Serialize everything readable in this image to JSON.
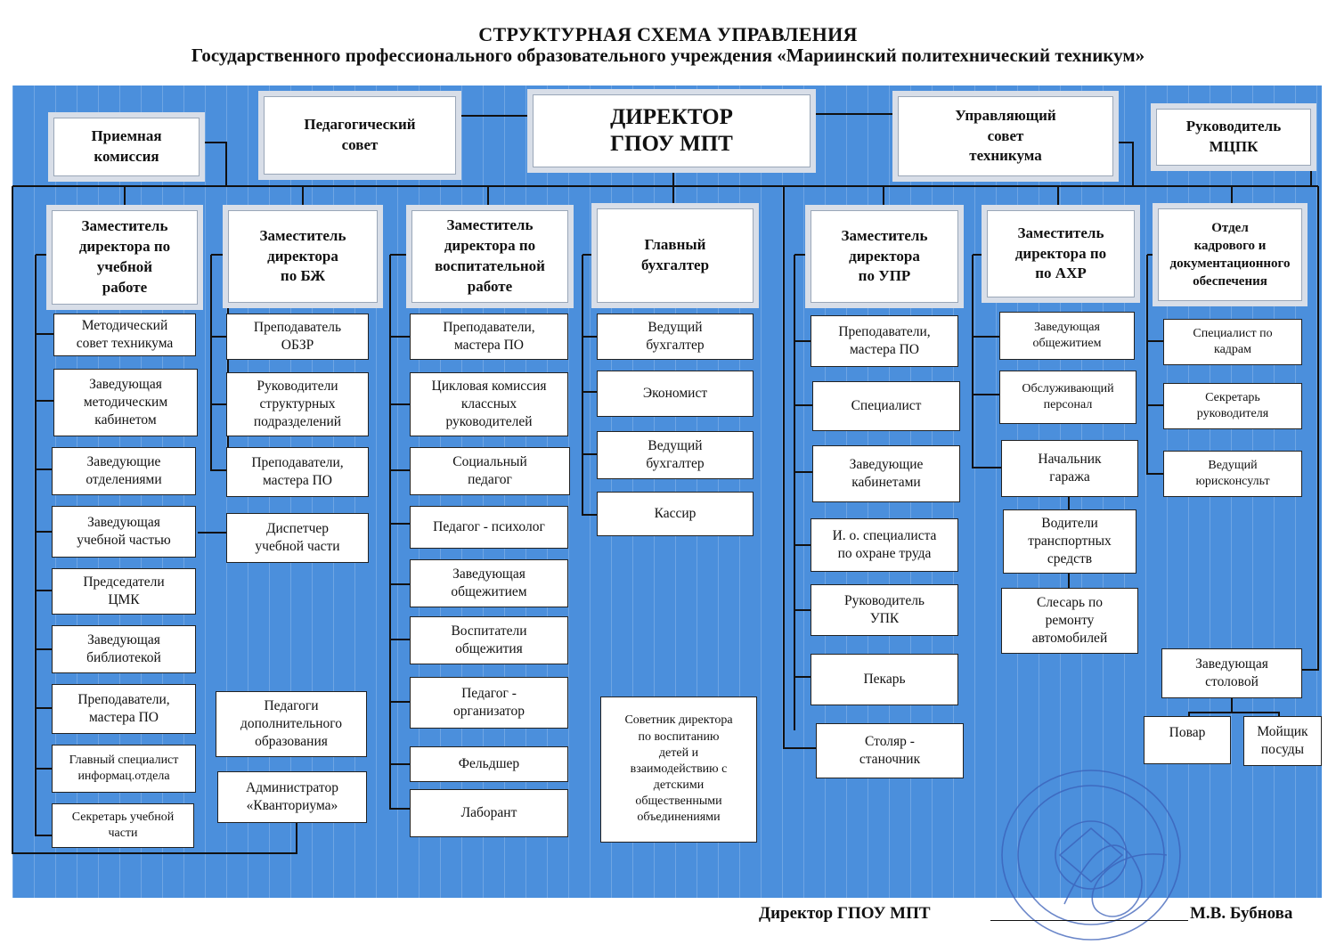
{
  "title": "СТРУКТУРНАЯ СХЕМА УПРАВЛЕНИЯ",
  "subtitle": "Государственного профессионального образовательного учреждения «Мариинский политехнический техникум»",
  "colors": {
    "panel": "#4b8fdc",
    "box": "#ffffff",
    "line": "#111111",
    "stamp": "#3a5fb8"
  },
  "top": {
    "admission": "Приемная\nкомиссия",
    "ped_council": "Педагогический\nсовет",
    "director": "ДИРЕКТОР\nГПОУ МПТ",
    "gov_council": "Управляющий\nсовет\nтехникума",
    "mcpk": "Руководитель\nМЦПК"
  },
  "columns": {
    "c1": {
      "head": "Заместитель\nдиректора по\nучебной\nработе",
      "items": [
        "Методический\nсовет техникума",
        "Заведующая\nметодическим\nкабинетом",
        "Заведующие\nотделениями",
        "Заведующая\nучебной частью",
        "Председатели\nЦМК",
        "Заведующая\nбиблиотекой",
        "Преподаватели,\nмастера ПО",
        "Главный специалист\nинформац.отдела",
        "Секретарь учебной\nчасти"
      ]
    },
    "c2": {
      "head": "Заместитель\nдиректора\nпо БЖ",
      "items": [
        "Преподаватель\nОБЗР",
        "Руководители\nструктурных\nподразделений",
        "Преподаватели,\nмастера ПО",
        "Диспетчер\nучебной части",
        "Педагоги\nдополнительного\nобразования",
        "Администратор\n«Кванториума»"
      ]
    },
    "c3": {
      "head": "Заместитель\nдиректора по\nвоспитательной\nработе",
      "items": [
        "Преподаватели,\nмастера ПО",
        "Цикловая комиссия\nклассных\nруководителей",
        "Социальный\nпедагог",
        "Педагог - психолог",
        "Заведующая\nобщежитием",
        "Воспитатели\nобщежития",
        "Педагог  -\nорганизатор",
        "Фельдшер",
        "Лаборант"
      ]
    },
    "c4": {
      "head": "Главный\nбухгалтер",
      "items": [
        "Ведущий\nбухгалтер",
        "Экономист",
        "Ведущий\nбухгалтер",
        "Кассир"
      ],
      "advisor": "Советник директора\nпо воспитанию\nдетей и\nвзаимодействию с\nдетскими\nобщественными\nобъединениями"
    },
    "c5": {
      "head": "Заместитель\nдиректора\nпо УПР",
      "items": [
        "Преподаватели,\nмастера ПО",
        "Специалист",
        "Заведующие\nкабинетами",
        "И. о. специалиста\nпо охране труда",
        "Руководитель\nУПК",
        "Пекарь",
        "Столяр -\nстаночник"
      ]
    },
    "c6": {
      "head": "Заместитель\nдиректора по\nпо  АХР",
      "items": [
        "Заведующая\nобщежитием",
        "Обслуживающий\nперсонал",
        "Начальник\nгаража",
        "Водители\nтранспортных\nсредств",
        "Слесарь по\nремонту\nавтомобилей"
      ]
    },
    "c7": {
      "head": "Отдел\nкадрового и\nдокументационного\nобеспечения",
      "items": [
        "Специалист по\nкадрам",
        "Секретарь\nруководителя",
        "Ведущий\nюрисконсульт",
        "Заведующая\nстоловой",
        "Повар",
        "Мойщик\nпосуды"
      ]
    }
  },
  "signature": {
    "label": "Директор ГПОУ МПТ",
    "name": "М.В. Бубнова"
  }
}
